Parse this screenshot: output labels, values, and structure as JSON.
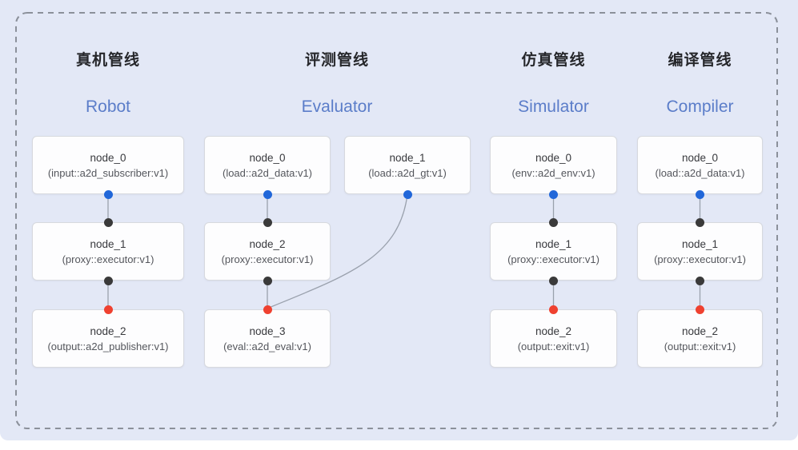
{
  "figure": {
    "background_color": "#e3e8f6",
    "frame_style": "dashed rounded rectangle",
    "frame_color": "#8b909a"
  },
  "colors": {
    "port_blue": "#2167d9",
    "port_black": "#3a3a3a",
    "port_red": "#ef4130",
    "edge": "#9aa1ad",
    "heading_en": "#5b7dc9"
  },
  "pipelines": [
    {
      "title_zh": "真机管线",
      "title_en": "Robot",
      "nodes": [
        {
          "title": "node_0",
          "subtitle": "(input::a2d_subscriber:v1)"
        },
        {
          "title": "node_1",
          "subtitle": "(proxy::executor:v1)"
        },
        {
          "title": "node_2",
          "subtitle": "(output::a2d_publisher:v1)"
        }
      ],
      "edges": [
        "node_0 -> node_1",
        "node_1 -> node_2"
      ]
    },
    {
      "title_zh": "评测管线",
      "title_en": "Evaluator",
      "nodes": [
        {
          "title": "node_0",
          "subtitle": "(load::a2d_data:v1)"
        },
        {
          "title": "node_1",
          "subtitle": "(load::a2d_gt:v1)"
        },
        {
          "title": "node_2",
          "subtitle": "(proxy::executor:v1)"
        },
        {
          "title": "node_3",
          "subtitle": "(eval::a2d_eval:v1)"
        }
      ],
      "edges": [
        "node_0 -> node_2",
        "node_2 -> node_3",
        "node_1 -> node_3"
      ]
    },
    {
      "title_zh": "仿真管线",
      "title_en": "Simulator",
      "nodes": [
        {
          "title": "node_0",
          "subtitle": "(env::a2d_env:v1)"
        },
        {
          "title": "node_1",
          "subtitle": "(proxy::executor:v1)"
        },
        {
          "title": "node_2",
          "subtitle": "(output::exit:v1)"
        }
      ],
      "edges": [
        "node_0 -> node_1",
        "node_1 -> node_2"
      ]
    },
    {
      "title_zh": "编译管线",
      "title_en": "Compiler",
      "nodes": [
        {
          "title": "node_0",
          "subtitle": "(load::a2d_data:v1)"
        },
        {
          "title": "node_1",
          "subtitle": "(proxy::executor:v1)"
        },
        {
          "title": "node_2",
          "subtitle": "(output::exit:v1)"
        }
      ],
      "edges": [
        "node_0 -> node_1",
        "node_1 -> node_2"
      ]
    }
  ]
}
